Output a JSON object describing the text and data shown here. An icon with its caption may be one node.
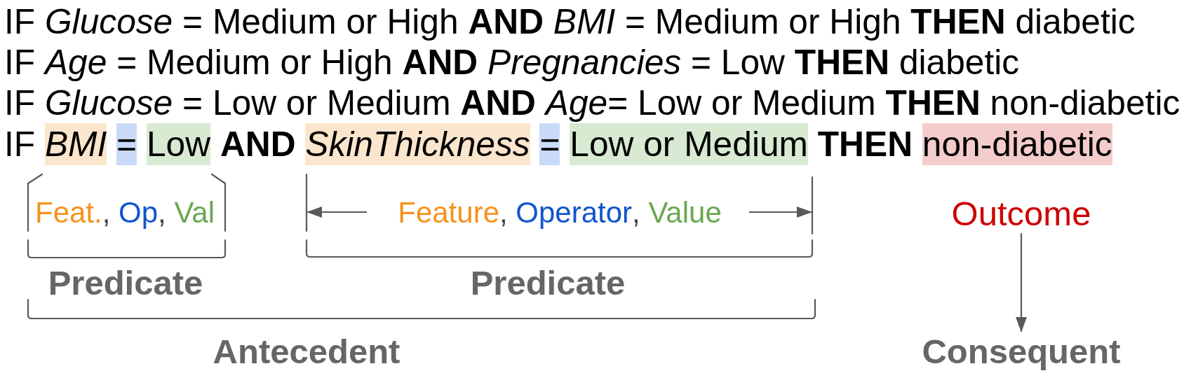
{
  "diagram": {
    "nodes": [
      {
        "text": [
          "BMI"
        ]
      },
      {
        "text": [
          "="
        ]
      },
      {
        "text": [
          "Low"
        ]
      },
      {
        "text": [
          "SkinThickness"
        ]
      },
      {
        "text": [
          "="
        ]
      },
      {
        "text": [
          "Low or Medium"
        ]
      },
      {
        "text": [
          "non-diabetic"
        ]
      },
      {
        "text": [
          "Outcome"
        ]
      },
      {
        "text": [
          "Consequent"
        ]
      }
    ],
    "edges": [
      {
        "from": 7,
        "to": 8,
        "arrow": "to"
      }
    ],
    "labels": [
      "IF *Glucose* = Medium or High **AND** *BMI* = Medium or High **THEN** diabetic",
      "IF *Age* = Medium or High **AND** *Pregnancies* = Low **THEN** diabetic",
      "IF *Glucose* = Low or Medium **AND** *Age*= Low or Medium **THEN** non-diabetic",
      "IF",
      "AND",
      "THEN",
      "Feat.",
      ",",
      "Op",
      ",",
      "Val",
      "Feature",
      ",",
      "Operator",
      ",",
      "Value",
      "Predicate",
      "Predicate",
      "Antecedent"
    ]
  }
}
